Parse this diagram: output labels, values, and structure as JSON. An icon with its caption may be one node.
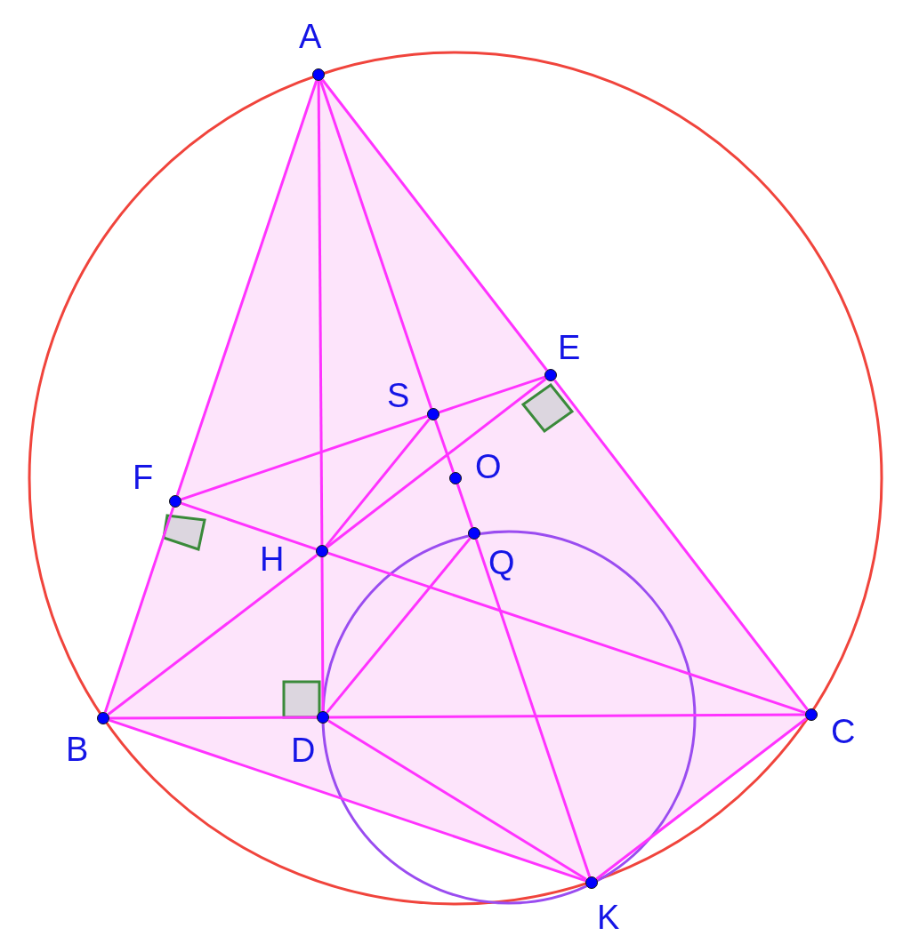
{
  "diagram": {
    "nodes": [
      {
        "text": [
          "A"
        ]
      },
      {
        "text": [
          "B"
        ]
      },
      {
        "text": [
          "C"
        ]
      },
      {
        "text": [
          "D"
        ]
      },
      {
        "text": [
          "E"
        ]
      },
      {
        "text": [
          "F"
        ]
      },
      {
        "text": [
          "H"
        ]
      },
      {
        "text": [
          "S"
        ]
      },
      {
        "text": [
          "O"
        ]
      },
      {
        "text": [
          "Q"
        ]
      },
      {
        "text": [
          "K"
        ]
      }
    ],
    "edges": [
      {
        "from": 0,
        "to": 5,
        "arrow": "none"
      },
      {
        "from": 5,
        "to": 1,
        "arrow": "none"
      },
      {
        "from": 0,
        "to": 4,
        "arrow": "none"
      },
      {
        "from": 4,
        "to": 2,
        "arrow": "none"
      },
      {
        "from": 1,
        "to": 3,
        "arrow": "none"
      },
      {
        "from": 3,
        "to": 2,
        "arrow": "none"
      },
      {
        "from": 0,
        "to": 6,
        "arrow": "none"
      },
      {
        "from": 6,
        "to": 3,
        "arrow": "none"
      },
      {
        "from": 1,
        "to": 6,
        "arrow": "none"
      },
      {
        "from": 6,
        "to": 4,
        "arrow": "none"
      },
      {
        "from": 5,
        "to": 6,
        "arrow": "none"
      },
      {
        "from": 6,
        "to": 2,
        "arrow": "none"
      },
      {
        "from": 5,
        "to": 7,
        "arrow": "none"
      },
      {
        "from": 7,
        "to": 4,
        "arrow": "none"
      },
      {
        "from": 0,
        "to": 7,
        "arrow": "none"
      },
      {
        "from": 7,
        "to": 8,
        "arrow": "none"
      },
      {
        "from": 8,
        "to": 9,
        "arrow": "none"
      },
      {
        "from": 9,
        "to": 10,
        "arrow": "none"
      },
      {
        "from": 6,
        "to": 7,
        "arrow": "none"
      },
      {
        "from": 3,
        "to": 9,
        "arrow": "none"
      },
      {
        "from": 3,
        "to": 10,
        "arrow": "none"
      },
      {
        "from": 1,
        "to": 10,
        "arrow": "none"
      },
      {
        "from": 2,
        "to": 10,
        "arrow": "none"
      }
    ]
  }
}
